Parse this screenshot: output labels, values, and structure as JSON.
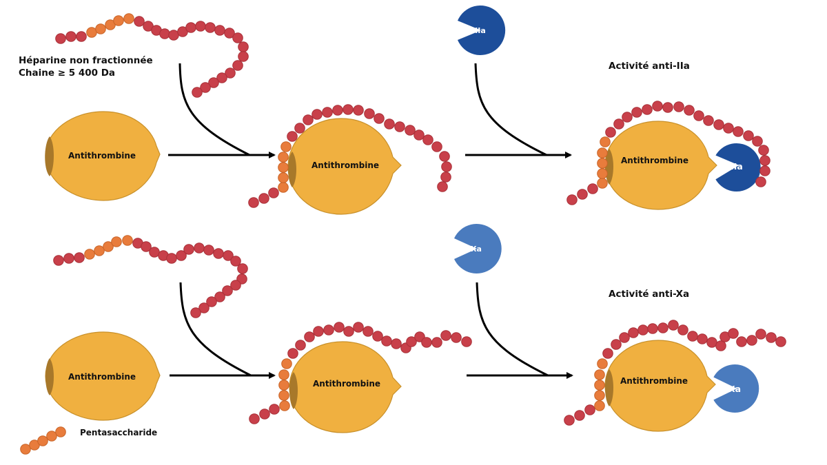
{
  "title": "Héparine non fractionnée vs pentasaccharide : activités anti-IIa et anti-Xa",
  "colors": {
    "antithrombin_fill": "#F0B040",
    "antithrombin_stroke": "#C8902A",
    "antithrombin_site": "#A8782A",
    "bead_red": "#C8404A",
    "bead_red_stroke": "#A83038",
    "bead_orange": "#E87C3C",
    "bead_orange_stroke": "#C86428",
    "factor_IIa": "#1D4E9A",
    "factor_Xa": "#4A7BBE",
    "arrow": "#000000"
  },
  "labels": {
    "heparin_title_line1": "Héparine non fractionnée",
    "heparin_title_line2": "Chaine ≥ 5 400 Da",
    "pentasaccharide": "Pentasaccharide",
    "anti_IIa": "Activité anti-IIa",
    "anti_Xa": "Activité anti-Xa",
    "antithrombin": "Antithrombine",
    "factor_IIa": "IIa",
    "factor_Xa": "Xa"
  },
  "rows": [
    {
      "id": "top",
      "ligand": "Héparine non fractionnée",
      "enzyme": "IIa",
      "result": "Activité anti-IIa",
      "enzyme_bound_by_chain": true
    },
    {
      "id": "bottom",
      "ligand": "Pentasaccharide",
      "enzyme": "Xa",
      "result": "Activité anti-Xa",
      "enzyme_bound_by_chain": false
    }
  ]
}
